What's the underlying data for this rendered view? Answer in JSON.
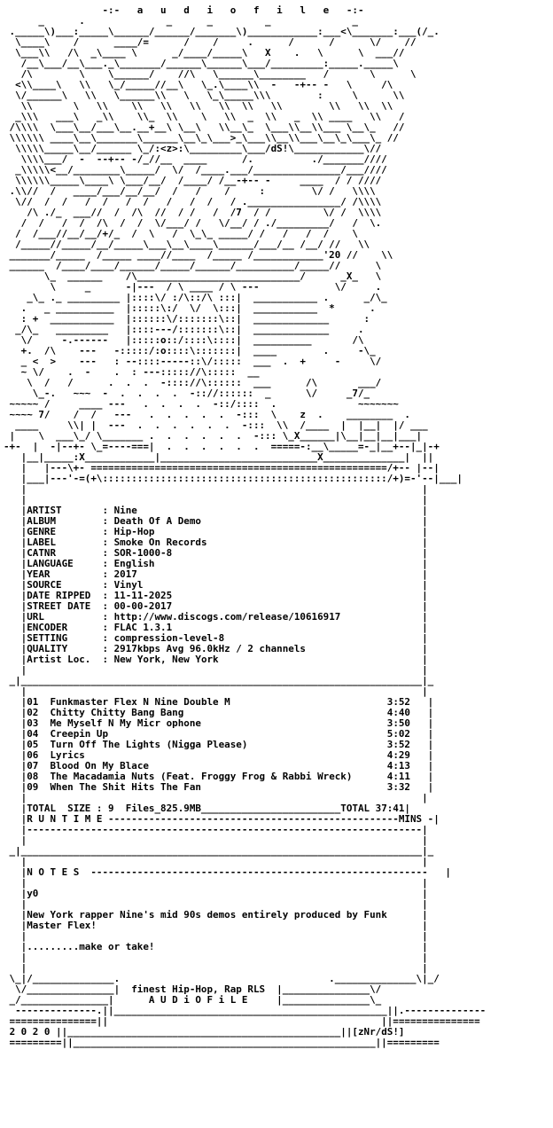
{
  "header_title": "-:-   a   u   d   i   o   f   i   l   e   -:-",
  "art": [
    "                 -:-   a   u   d   i   o   f   i   l   e   -:-",
    "      _      .              _      _         _              _",
    " ._____\\)___:_____\\______/______/_______\\)____________:___<\\_______:___(/_.",
    "  \\____\\    /      ____/=      /    /     .      /      /      \\/    //",
    "  \\___\\\\   /\\  _\\____ \\      _/____/_____\\   X    .   \\      \\  ___//",
    "   /__\\___/__\\___._\\_______/______\\______\\___/_________:_____._____\\",
    "   /\\        \\    \\______/    //\\   \\______\\________   /       \\      \\",
    "  <\\\\____\\   \\\\   \\_/_____//__\\   \\_.\\____\\\\  -   -+-- -   \\     /\\",
    "  \\/______\\   \\\\   \\______\\\\   \\   \\_\\_____\\\\\\        :     \\      \\\\",
    "   \\\\       \\   \\\\    \\\\   \\\\   \\\\   \\\\  \\\\   \\\\        \\\\   \\\\  \\\\",
    "  _\\\\\\   ___\\   _\\\\    \\\\_  \\\\    \\   \\\\  _  \\\\   _  \\\\ ____   \\\\   /",
    " /\\\\\\\\  \\___\\__/___\\__.__+__\\ \\__\\   \\\\__\\_  \\___\\\\__\\\\___ \\__\\_   //",
    " \\\\\\\\\\\\ ____\\__\\_______\\______\\__\\_\\___>_\\___\\\\__\\\\___\\__\\_\\___\\_ //",
    "  \\\\\\\\\\_____\\__/______ \\_/:<z>:\\_________\\___/dS!\\____________\\//",
    "   \\\\\\\\___/  -  --+-- -/_//__  ____      /.          ./_______////",
    "  _\\\\\\\\\\<__/________\\_____/  \\/  /____.___/_______________/___////",
    "  \\\\\\\\\\\\_____\\____\\ \\___/__/  /____/ /__-+-- -     ____  / / ////",
    " .\\\\//  /   ____/___/__/__/  /   /    /     :        \\/ /   \\\\\\\\",
    "  \\//  /  /   /  /   /  /   /   /  /   / .________________/ /\\\\\\\\",
    "    /\\ ./_  ___//  /  /\\  //  / /   /  /7  / /         \\/ /  \\\\\\\\",
    "   /  /   /  /  /\\  /  /  \\/___/ /   \\/__/ / ./_________/   /  \\.",
    "  /  /___//__/__/+/_  /  \\   /  \\_\\_ _____/ /   /   /  /    \\",
    "  /_____//_____/__/_____\\___\\__\\____\\______/___/__ /__/ //   \\\\",
    " _______/_____  /_____ ____//____  /_____ /____________'20 //    \\\\",
    " ______  /____/____/______/_____/______/__________/_____//      \\",
    "       \\_  ______    /\\____________________________/      _X_   \\",
    "        \\     _      -|---  / \\ ____ / \\ ---             \\/     .",
    "    _\\_ ._ _________ |::::\\/ :/\\::/\\ :::|  ___________ .      _/\\_",
    "   .   _ __________  |:::::\\:/  \\/  \\:::|  ___________  *      .",
    "   : +  ___________  |::::::\\/:::::::\\::|  _____________      :",
    "  _/\\_   _________   |::::---/:::::::\\::|  _____________     .",
    "   \\/     -.------   |:::::o::/::::\\::::|  __________       /\\",
    "   +.  /\\    ---   -:::::/:o::::\\:::::::|  ____        .     -\\_",
    "   _ <  >    ---   : --::::-----::\\/:::::  ___  .  +     -     \\/",
    "   ~ \\/    .  -    .  : ---::::://\\:::::  __",
    "    \\  /   /      .  .  .  -:::://\\::::::  ___      /\\       ___/",
    "     \\_-.   ~~~  -  .  .  .  .  -:://::::::  _      \\/     _7/_",
    " ~~~~~ /     ____ ---   .  .  .  .  -::/::::  .              ~~~~~~~",
    " ~~~~ 7/    /  /   ---   .  .  .  .  .  -:::  \\    z  .    ________  .",
    "  ____     \\\\| |  ---  .  .  .  .  .  .  -:::  \\\\  /____  |  |__|  |/ ___",
    " |    \\  ___\\_/ \\_______ .  .  .  .  .  .  -::: \\_X______|\\__|__|__|___|",
    "-+-  |  -|--+- \\_=----===|  .  .  .  .  .  .  =====-:__\\_____=-_|__+--|_|-+",
    "   |__|_____:X____________|___________________________X______________|  ||",
    "   |   |---\\+- ===================================================/+-- |--|",
    "   |___|---'-=(+\\:::::::::::::::::::::::::::::::::::::::::::::::::/+)=-'--|___|"
  ],
  "info": {
    "artist_label": "ARTIST",
    "artist": "Nine",
    "album_label": "ALBUM",
    "album": "Death Of A Demo",
    "genre_label": "GENRE",
    "genre": "Hip-Hop",
    "label_label": "LABEL",
    "label": "Smoke On Records",
    "catnr_label": "CATNR",
    "catnr": "SOR-1000-8",
    "language_label": "LANGUAGE",
    "language": "English",
    "year_label": "YEAR",
    "year": "2017",
    "source_label": "SOURCE",
    "source": "Vinyl",
    "date_ripped_label": "DATE RIPPED",
    "date_ripped": "11-11-2025",
    "street_date_label": "STREET DATE",
    "street_date": "00-00-2017",
    "url_label": "URL",
    "url": "http://www.discogs.com/release/10616917",
    "encoder_label": "ENCODER",
    "encoder": "FLAC 1.3.1",
    "setting_label": "SETTING",
    "setting": "compression-level-8",
    "quality_label": "QUALITY",
    "quality": "2917kbps Avg 96.0kHz / 2 channels",
    "artist_loc_label": "Artist Loc.",
    "artist_loc": "New York, New York"
  },
  "tracks": [
    {
      "no": "01",
      "title": "Funkmaster Flex N Nine Double M",
      "time": "3:52"
    },
    {
      "no": "02",
      "title": "Chitty Chitty Bang Bang",
      "time": "4:40"
    },
    {
      "no": "03",
      "title": "Me Myself N My Micr ophone",
      "time": "3:50"
    },
    {
      "no": "04",
      "title": "Creepin Up",
      "time": "5:02"
    },
    {
      "no": "05",
      "title": "Turn Off The Lights (Nigga Please)",
      "time": "3:52"
    },
    {
      "no": "06",
      "title": "Lyrics",
      "time": "4:29"
    },
    {
      "no": "07",
      "title": "Blood On My Blace",
      "time": "4:13"
    },
    {
      "no": "08",
      "title": "The Macadamia Nuts (Feat. Froggy Frog & Rabbi Wreck)",
      "time": "4:11"
    },
    {
      "no": "09",
      "title": "When The Shit Hits The Fan",
      "time": "3:32"
    }
  ],
  "totals": {
    "line": "TOTAL  SIZE : 9  Files_825.9MB________________________TOTAL 37:41",
    "runtime": "R U N T I M E --------------------------------------------------MINS -"
  },
  "notes": {
    "heading": "N O T E S  ----------------------------------------------------------",
    "line1": "y0",
    "line2": "New York rapper Nine's mid 90s demos entirely produced by Funk",
    "line3": "Master Flex!",
    "line4": ".........make or take!"
  },
  "footer": {
    "tagline": "finest Hip-Hop, Rap RLS",
    "brand": "A U D i O F i L E",
    "year": "2 0 2 0",
    "credit": "[zNr/dS!]"
  }
}
